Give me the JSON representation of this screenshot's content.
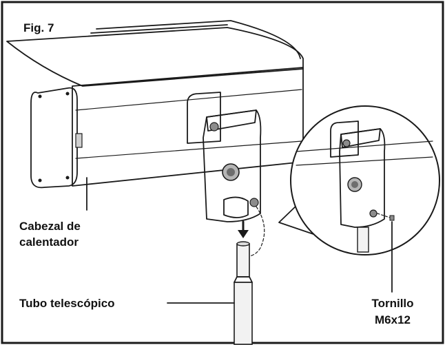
{
  "figure": {
    "title": "Fig. 7",
    "labels": {
      "heater_head_line1": "Cabezal de",
      "heater_head_line2": "calentador",
      "telescopic_tube": "Tubo telescópico",
      "screw_line1": "Tornillo",
      "screw_line2": "M6x12"
    }
  },
  "colors": {
    "stroke": "#1a1a1a",
    "fill_light": "#f4f4f4",
    "fill_mid": "#d9d9d9",
    "fill_dark": "#9a9a9a"
  }
}
